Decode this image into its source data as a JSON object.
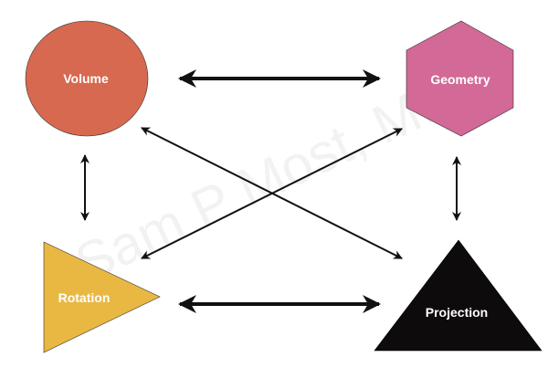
{
  "watermark": "Sam P Most, MD",
  "nodes": {
    "volume": {
      "label": "Volume",
      "color": "#d6694f"
    },
    "geometry": {
      "label": "Geometry",
      "color": "#d26996"
    },
    "rotation": {
      "label": "Rotation",
      "color": "#e8b843"
    },
    "projection": {
      "label": "Projection",
      "color": "#0d0b0c"
    }
  },
  "edges": [
    [
      "volume",
      "geometry"
    ],
    [
      "rotation",
      "projection"
    ],
    [
      "volume",
      "rotation"
    ],
    [
      "geometry",
      "projection"
    ],
    [
      "volume",
      "projection"
    ],
    [
      "geometry",
      "rotation"
    ]
  ]
}
